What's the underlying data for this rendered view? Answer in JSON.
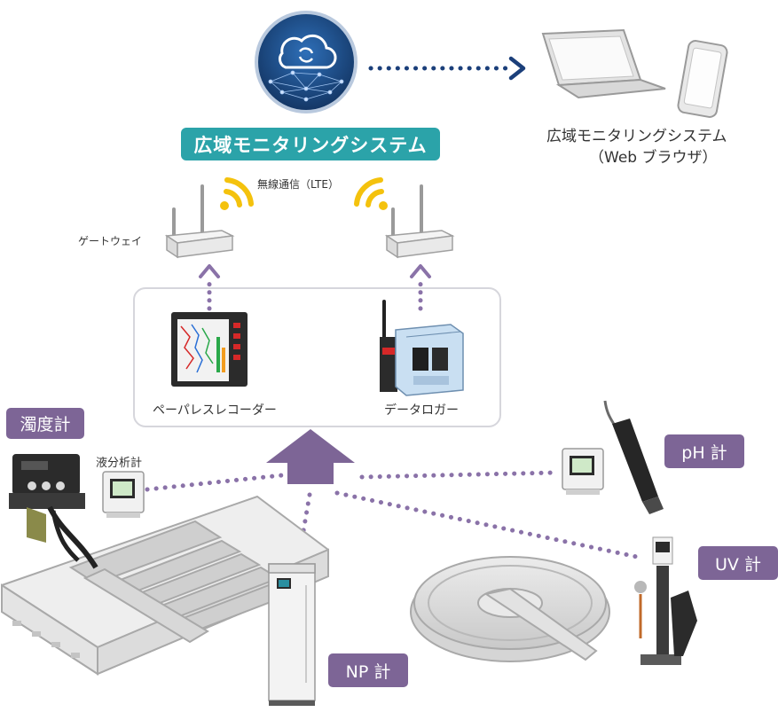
{
  "system": {
    "title": "広域モニタリングシステム",
    "browser_title": "広域モニタリングシステム",
    "browser_note": "（Web ブラウザ）"
  },
  "network": {
    "wireless_label": "無線通信（LTE）",
    "gateway_label": "ゲートウェイ"
  },
  "recorders": {
    "paperless_recorder": "ペーパレスレコーダー",
    "data_logger": "データロガー"
  },
  "instruments": {
    "turbidity": "濁度計",
    "liquid_analyzer": "液分析計",
    "ph": "pH 計",
    "uv": "UV 計",
    "np": "NP 計"
  },
  "colors": {
    "teal": "#2ba3a9",
    "purple": "#7d6596",
    "navy": "#1b3f7a",
    "signal_yellow": "#f4c20d",
    "dotted_purple": "#8a72a8"
  }
}
